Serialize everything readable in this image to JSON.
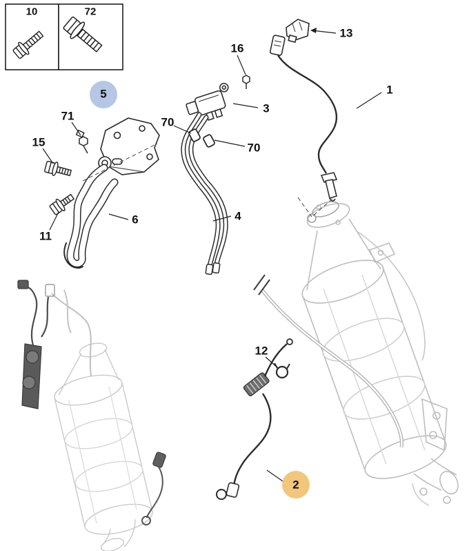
{
  "colors": {
    "highlight_blue": "#B5C7E4",
    "highlight_orange": "#F2C67B",
    "line_dark": "#1F1F1F",
    "line_gray": "#BDBDBD",
    "line_ghost": "#C9C9C9",
    "background": "#FFFFFF"
  },
  "legend": {
    "items": [
      {
        "label": "10",
        "part_icon": "hex-flange-bolt-small"
      },
      {
        "label": "72",
        "part_icon": "hex-flange-bolt-large"
      }
    ]
  },
  "callouts": {
    "c1": {
      "label": "1",
      "part_icon": "oxygen-sensor-with-cable",
      "highlighted": false
    },
    "c2": {
      "label": "2",
      "part_icon": "temperature-sensor-cable",
      "highlighted": true
    },
    "c3": {
      "label": "3",
      "part_icon": "differential-pressure-sensor",
      "highlighted": false
    },
    "c4": {
      "label": "4",
      "part_icon": "pressure-take-off-tubes",
      "highlighted": false
    },
    "c5": {
      "label": "5",
      "part_icon": "mounting-bracket-plate",
      "highlighted": true
    },
    "c6": {
      "label": "6",
      "part_icon": "support-bracket-strap",
      "highlighted": false
    },
    "c11": {
      "label": "11",
      "part_icon": "hex-bolt",
      "highlighted": false
    },
    "c12": {
      "label": "12",
      "part_icon": "cable-clamp",
      "highlighted": false
    },
    "c13": {
      "label": "13",
      "part_icon": "retaining-clip",
      "highlighted": false
    },
    "c15": {
      "label": "15",
      "part_icon": "hex-bolt",
      "highlighted": false
    },
    "c16": {
      "label": "16",
      "part_icon": "stud-nut",
      "highlighted": false
    },
    "c70a": {
      "label": "70",
      "part_icon": "tube-grommet",
      "highlighted": false
    },
    "c70b": {
      "label": "70",
      "part_icon": "tube-grommet",
      "highlighted": false
    },
    "c71": {
      "label": "71",
      "part_icon": "stud",
      "highlighted": false
    }
  }
}
